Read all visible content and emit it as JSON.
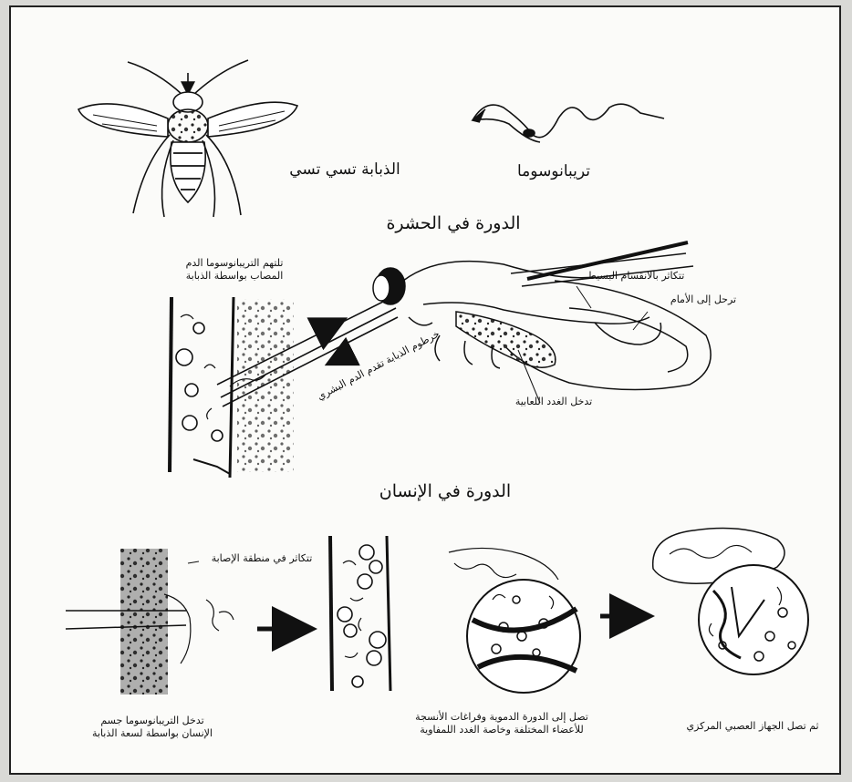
{
  "labels": {
    "tsetse_fly": "الذبابة تسي تسي",
    "trypanosoma": "تريبانوسوما",
    "insect_cycle": "الدورة في الحشرة",
    "human_cycle": "الدورة في الإنسان",
    "ingest_blood": "تلتهم التريبانوسوما الدم المصاب بواسطة الذبابة",
    "multiply_gut": "تتكاثر بالانقسام البسيط",
    "migrate_front": "ترحل إلى الأمام",
    "salivary_glands": "تدخل الغدد اللعابية",
    "fly_proboscis": "خرطوم الذبابة تقدم الدم البشري",
    "multiply_infection_site": "تتكاثر في منطقة الإصابة",
    "enter_human": "تدخل التريبانوسوما جسم الإنسان بواسطة لسعة الذبابة",
    "reach_blood": "تصل إلى الدورة الدموية وفراغات الأنسجة للأعضاء المختلفة وخاصة الغدد اللمفاوية",
    "reach_cns": "ثم تصل الجهاز العصبي المركزي"
  }
}
